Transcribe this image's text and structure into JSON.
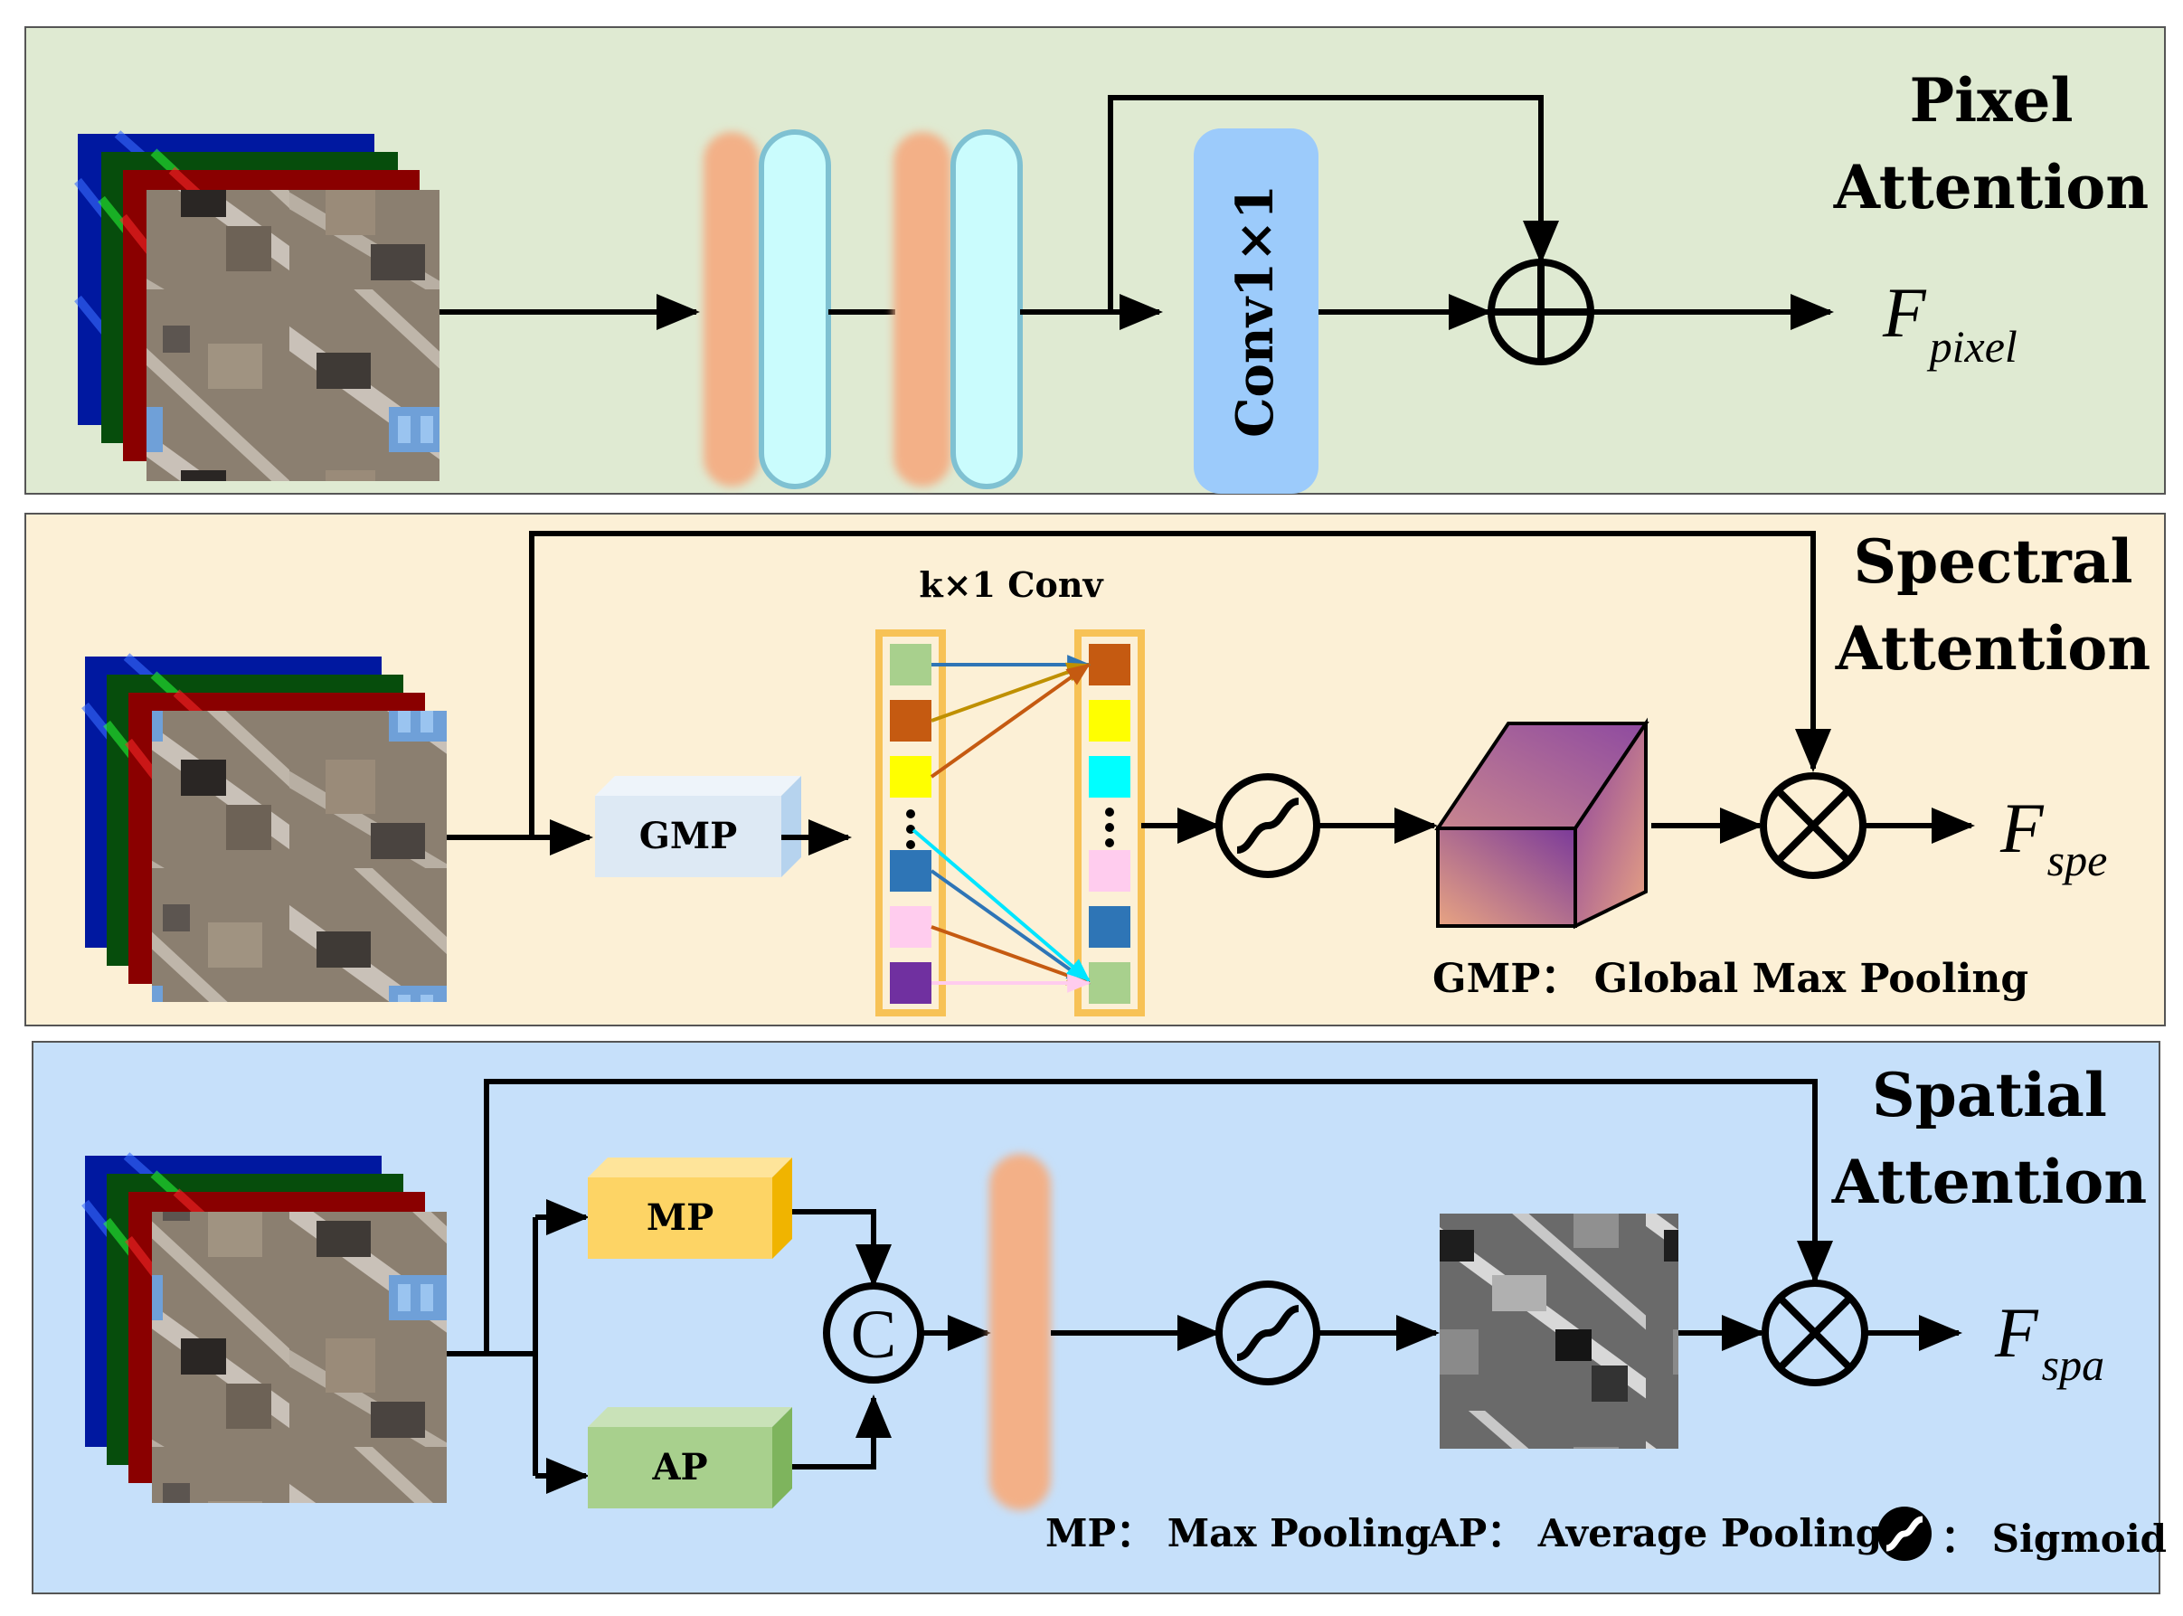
{
  "colors": {
    "pixel_bg": "#dfead2",
    "spectral_bg": "#fcf0d6",
    "spatial_bg": "#c6e0fa",
    "conv_orange": "#f3b087",
    "conv_cyan": "#cafcfd",
    "conv1x1_blue": "#9ccbfb",
    "gmp_box": "#dde9f4",
    "mp_box": "#fdd465",
    "ap_box": "#a8d08d",
    "cube_purple": "#7b3a9a",
    "cube_peach": "#e8a482"
  },
  "pixel": {
    "title_line1": "Pixel",
    "title_line2": "Attention",
    "conv_label": "Conv1×1",
    "output_main": "F",
    "output_sub": "pixel"
  },
  "spectral": {
    "title_line1": "Spectral",
    "title_line2": "Attention",
    "gmp_label": "GMP",
    "kconv_label": "k×1 Conv",
    "legend": "GMP：  Global Max Pooling",
    "output_main": "F",
    "output_sub": "spe",
    "left_column_colors": [
      "#a8d08d",
      "#c55a11",
      "#ffff00",
      "#2e75b6",
      "#ffccee",
      "#7030a0"
    ],
    "right_column_colors": [
      "#c55a11",
      "#ffff00",
      "#00ffff",
      "#ffccee",
      "#2e75b6",
      "#a8d08d"
    ]
  },
  "spatial": {
    "title_line1": "Spatial",
    "title_line2": "Attention",
    "mp_label": "MP",
    "ap_label": "AP",
    "concat_symbol": "C",
    "legend_mp": "MP：  Max Pooling",
    "legend_ap": "AP：  Average Pooling",
    "legend_sigmoid": "：  Sigmoid",
    "output_main": "F",
    "output_sub": "spa"
  },
  "icons": [
    "aerial-image-stack",
    "sigmoid-icon",
    "plus-circle-icon",
    "multiply-circle-icon",
    "concat-circle-icon",
    "cube-icon"
  ]
}
